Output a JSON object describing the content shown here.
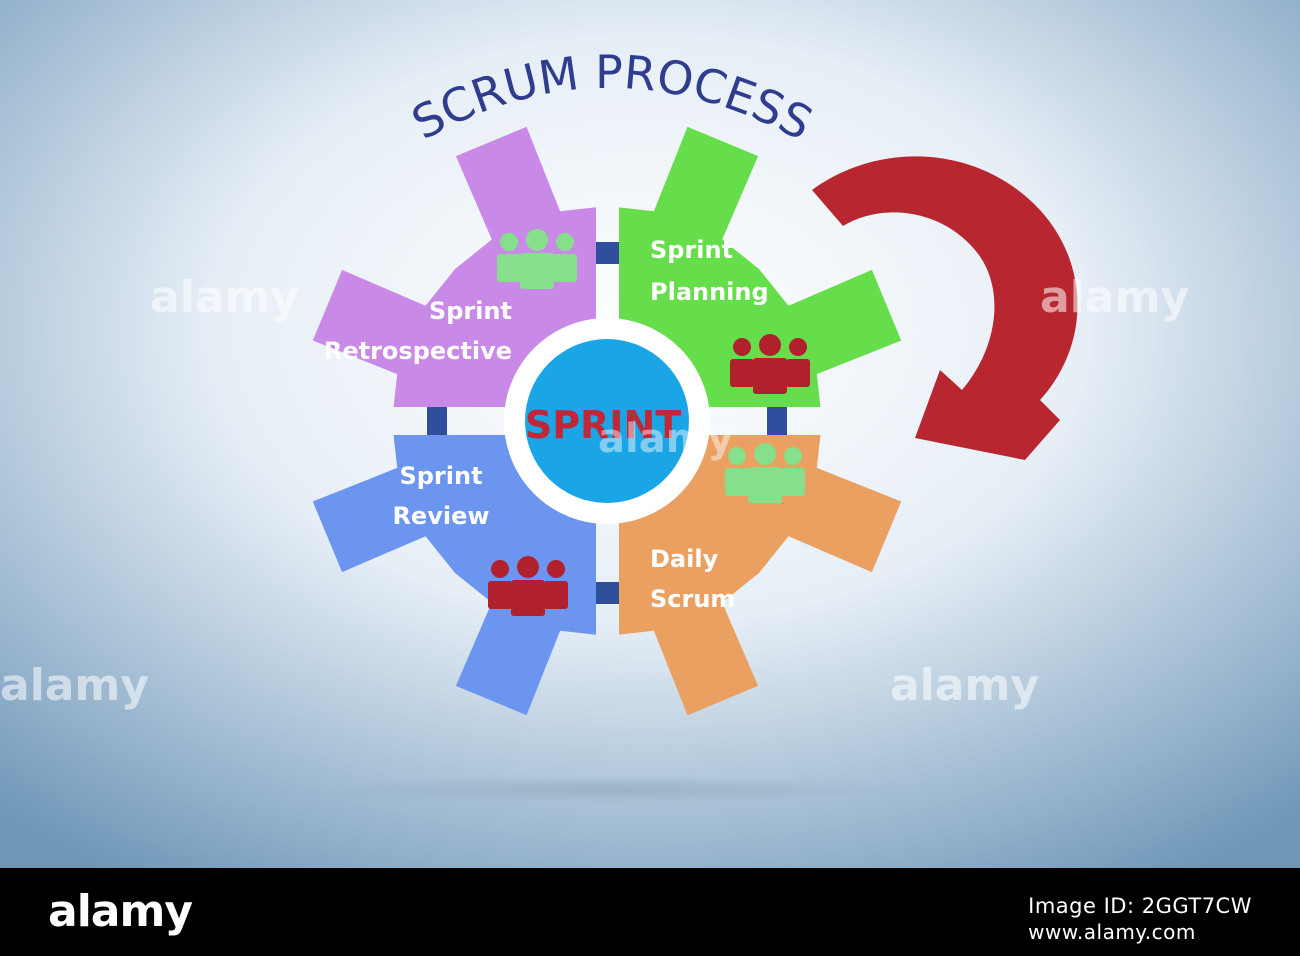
{
  "diagram": {
    "title": "SCRUM PROCESS",
    "center_label": "SPRINT",
    "segments": [
      {
        "key": "planning",
        "line1": "Sprint",
        "line2": "Planning",
        "color": "#66dd4a"
      },
      {
        "key": "daily",
        "line1": "Daily",
        "line2": "Scrum",
        "color": "#e9a061"
      },
      {
        "key": "review",
        "line1": "Sprint",
        "line2": "Review",
        "color": "#6b95ee"
      },
      {
        "key": "retro",
        "line1": "Sprint",
        "line2": "Retrospective",
        "color": "#c98ae7"
      }
    ],
    "center_color": "#1aa6e6",
    "arrow_color": "#b82730",
    "icon_colors": {
      "light": "#86e08b",
      "dark": "#b0212d"
    }
  },
  "watermark": {
    "text": "alamy"
  },
  "footer": {
    "brand": "alamy",
    "image_id_label": "Image ID: 2GGT7CW",
    "image_id_url": "www.alamy.com"
  }
}
